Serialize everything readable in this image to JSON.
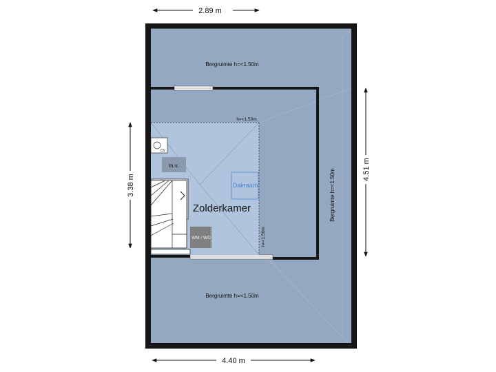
{
  "dimensions": {
    "top": "2.89 m",
    "bottom": "4.40 m",
    "left": "3.38 m",
    "right": "4.51 m"
  },
  "rooms": {
    "main": "Zolderkamer",
    "storage_top": "Bergruimte h=<1.50m",
    "storage_bottom": "Bergruimte h=<1.50m",
    "storage_right": "Bergruimte h=<1.50m"
  },
  "annotations": {
    "height_top": "h=<1.50m",
    "height_right": "h=<1.50m",
    "skylight": "Dakraam",
    "mv": "m.v.",
    "washer": "WM / WD",
    "cv": "CV"
  },
  "colors": {
    "wall": "#161616",
    "storage": "#95a8c2",
    "room": "#b0c4de",
    "skylight_stroke": "#5b8fd2",
    "skylight_text": "#4d86d0",
    "appliance_box": "#8b99ad",
    "washer_box": "#808080",
    "stairs": "#ffffff"
  }
}
